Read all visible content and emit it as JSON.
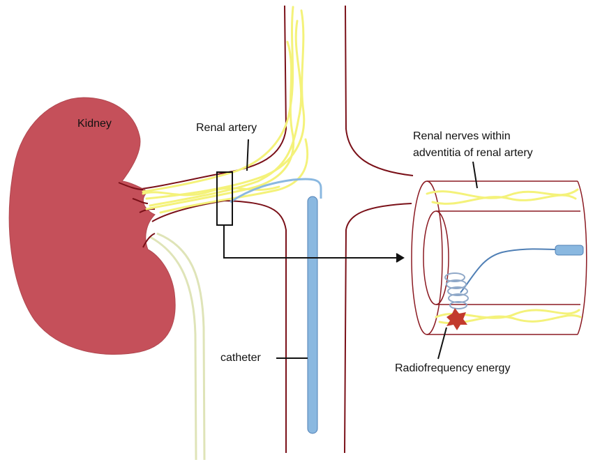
{
  "labels": {
    "kidney": "Kidney",
    "renal_artery": "Renal artery",
    "renal_nerves_line1": "Renal nerves within",
    "renal_nerves_line2": "adventitia of renal artery",
    "catheter": "catheter",
    "radiofrequency": "Radiofrequency energy"
  },
  "colors": {
    "kidney": "#c5505a",
    "artery_wall": "#7a1018",
    "nerve": "#f4f27a",
    "catheter": "#8ab8e0",
    "catheter_edge": "#4f7fb5",
    "ureter": "#dfe4b8",
    "burn": "#c23a2c"
  }
}
